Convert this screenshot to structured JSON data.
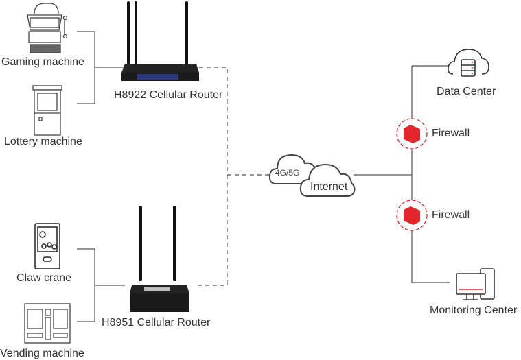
{
  "devices": {
    "gaming": "Gaming machine",
    "lottery": "Lottery machine",
    "claw": "Claw crane",
    "vending": "Vending machine"
  },
  "routers": {
    "top": "H8922 Cellular Router",
    "bottom": "H8951 Cellular Router"
  },
  "network": {
    "cellular": "4G/5G",
    "internet": "Internet"
  },
  "right": {
    "data_center": "Data Center",
    "firewall_1": "Firewall",
    "firewall_2": "Firewall",
    "monitoring": "Monitoring Center"
  },
  "colors": {
    "accent": "#e2262b",
    "line": "#555555",
    "device": "#1e1e1e"
  }
}
